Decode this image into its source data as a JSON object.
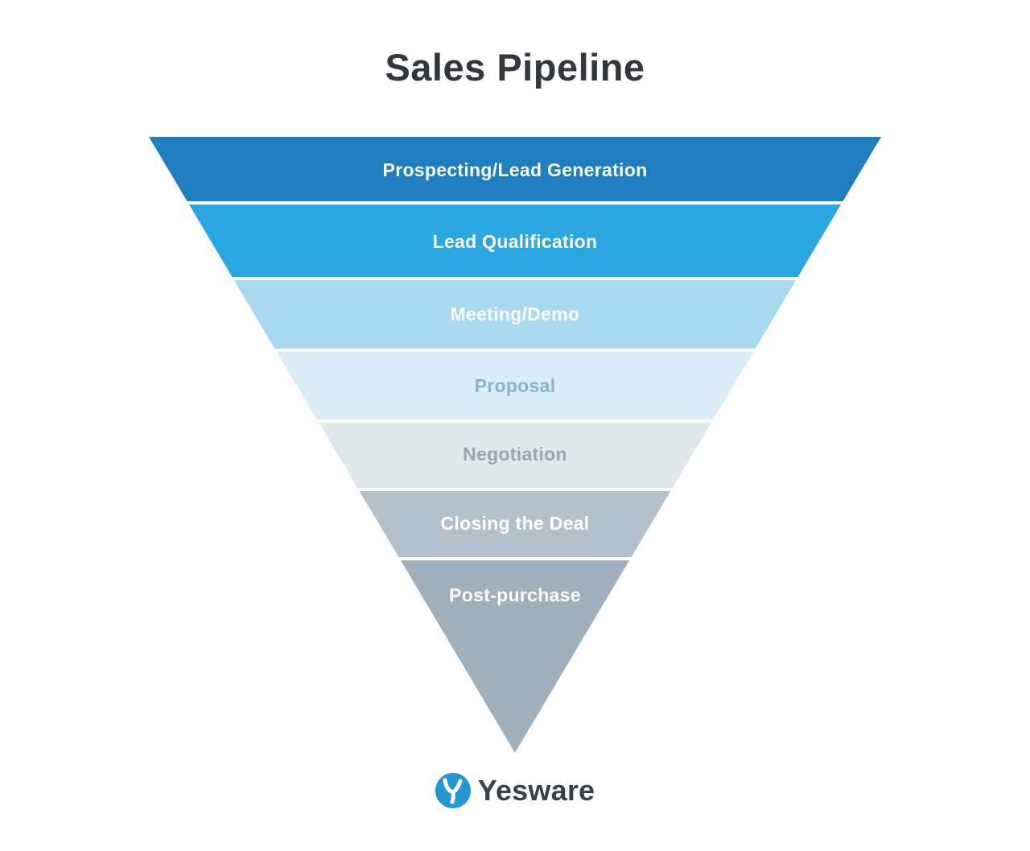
{
  "title": "Sales Pipeline",
  "chart_data": {
    "type": "funnel",
    "title": "Sales Pipeline",
    "orientation": "inverted-pyramid",
    "stages": [
      {
        "label": "Prospecting/Lead Generation",
        "color": "#1e7ec0",
        "label_color": "#ffffff"
      },
      {
        "label": "Lead Qualification",
        "color": "#2aa7e0",
        "label_color": "#ffffff"
      },
      {
        "label": "Meeting/Demo",
        "color": "#a9d9ef",
        "label_color": "#ffffff"
      },
      {
        "label": "Proposal",
        "color": "#d9edf8",
        "label_color": "#8cb2c8"
      },
      {
        "label": "Negotiation",
        "color": "#dfe8ec",
        "label_color": "#95a8b2"
      },
      {
        "label": "Closing the Deal",
        "color": "#b2c1cb",
        "label_color": "#ffffff"
      },
      {
        "label": "Post-purchase",
        "color": "#9fb0bc",
        "label_color": "#ffffff"
      }
    ]
  },
  "footer": {
    "brand": "Yesware",
    "logo_color": "#2397d3"
  }
}
